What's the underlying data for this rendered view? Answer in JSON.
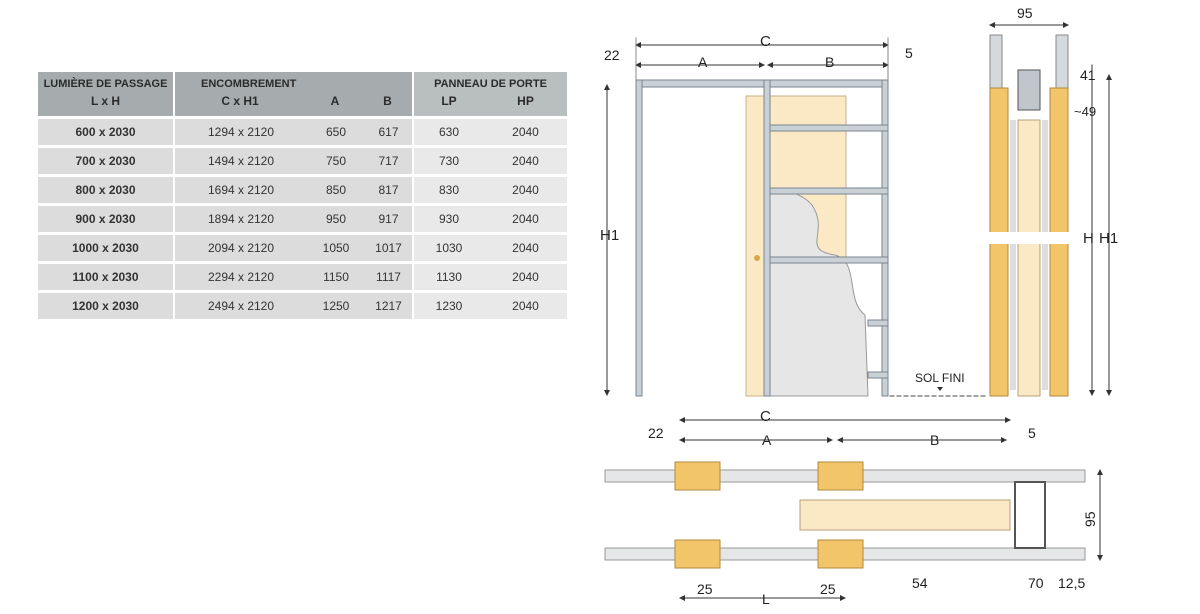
{
  "table": {
    "headers": {
      "passage": "LUMIÈRE DE PASSAGE",
      "passage_sub": "L x H",
      "encombrement": "ENCOMBREMENT",
      "cxh1": "C x H1",
      "a": "A",
      "b": "B",
      "panneau": "PANNEAU DE PORTE",
      "lp": "LP",
      "hp": "HP"
    },
    "rows": [
      {
        "lxh": "600 x 2030",
        "cxh1": "1294 x 2120",
        "a": "650",
        "b": "617",
        "lp": "630",
        "hp": "2040"
      },
      {
        "lxh": "700 x 2030",
        "cxh1": "1494 x 2120",
        "a": "750",
        "b": "717",
        "lp": "730",
        "hp": "2040"
      },
      {
        "lxh": "800 x 2030",
        "cxh1": "1694 x 2120",
        "a": "850",
        "b": "817",
        "lp": "830",
        "hp": "2040"
      },
      {
        "lxh": "900 x 2030",
        "cxh1": "1894 x 2120",
        "a": "950",
        "b": "917",
        "lp": "930",
        "hp": "2040"
      },
      {
        "lxh": "1000 x 2030",
        "cxh1": "2094 x 2120",
        "a": "1050",
        "b": "1017",
        "lp": "1030",
        "hp": "2040"
      },
      {
        "lxh": "1100 x 2030",
        "cxh1": "2294 x 2120",
        "a": "1150",
        "b": "1117",
        "lp": "1130",
        "hp": "2040"
      },
      {
        "lxh": "1200 x 2030",
        "cxh1": "2494 x 2120",
        "a": "1250",
        "b": "1217",
        "lp": "1230",
        "hp": "2040"
      }
    ]
  },
  "diagram": {
    "front": {
      "c": "C",
      "a": "A",
      "b": "B",
      "d22": "22",
      "d5": "5",
      "h1": "H1",
      "floor": "SOL FINI"
    },
    "section": {
      "w95": "95",
      "d41": "41",
      "d49": "~49",
      "h": "H",
      "h1": "H1"
    },
    "plan": {
      "c": "C",
      "a": "A",
      "b": "B",
      "d22": "22",
      "d5": "5",
      "w95": "95",
      "d25a": "25",
      "l": "L",
      "d25b": "25",
      "d54": "54",
      "d70": "70",
      "d125": "12,5"
    }
  }
}
